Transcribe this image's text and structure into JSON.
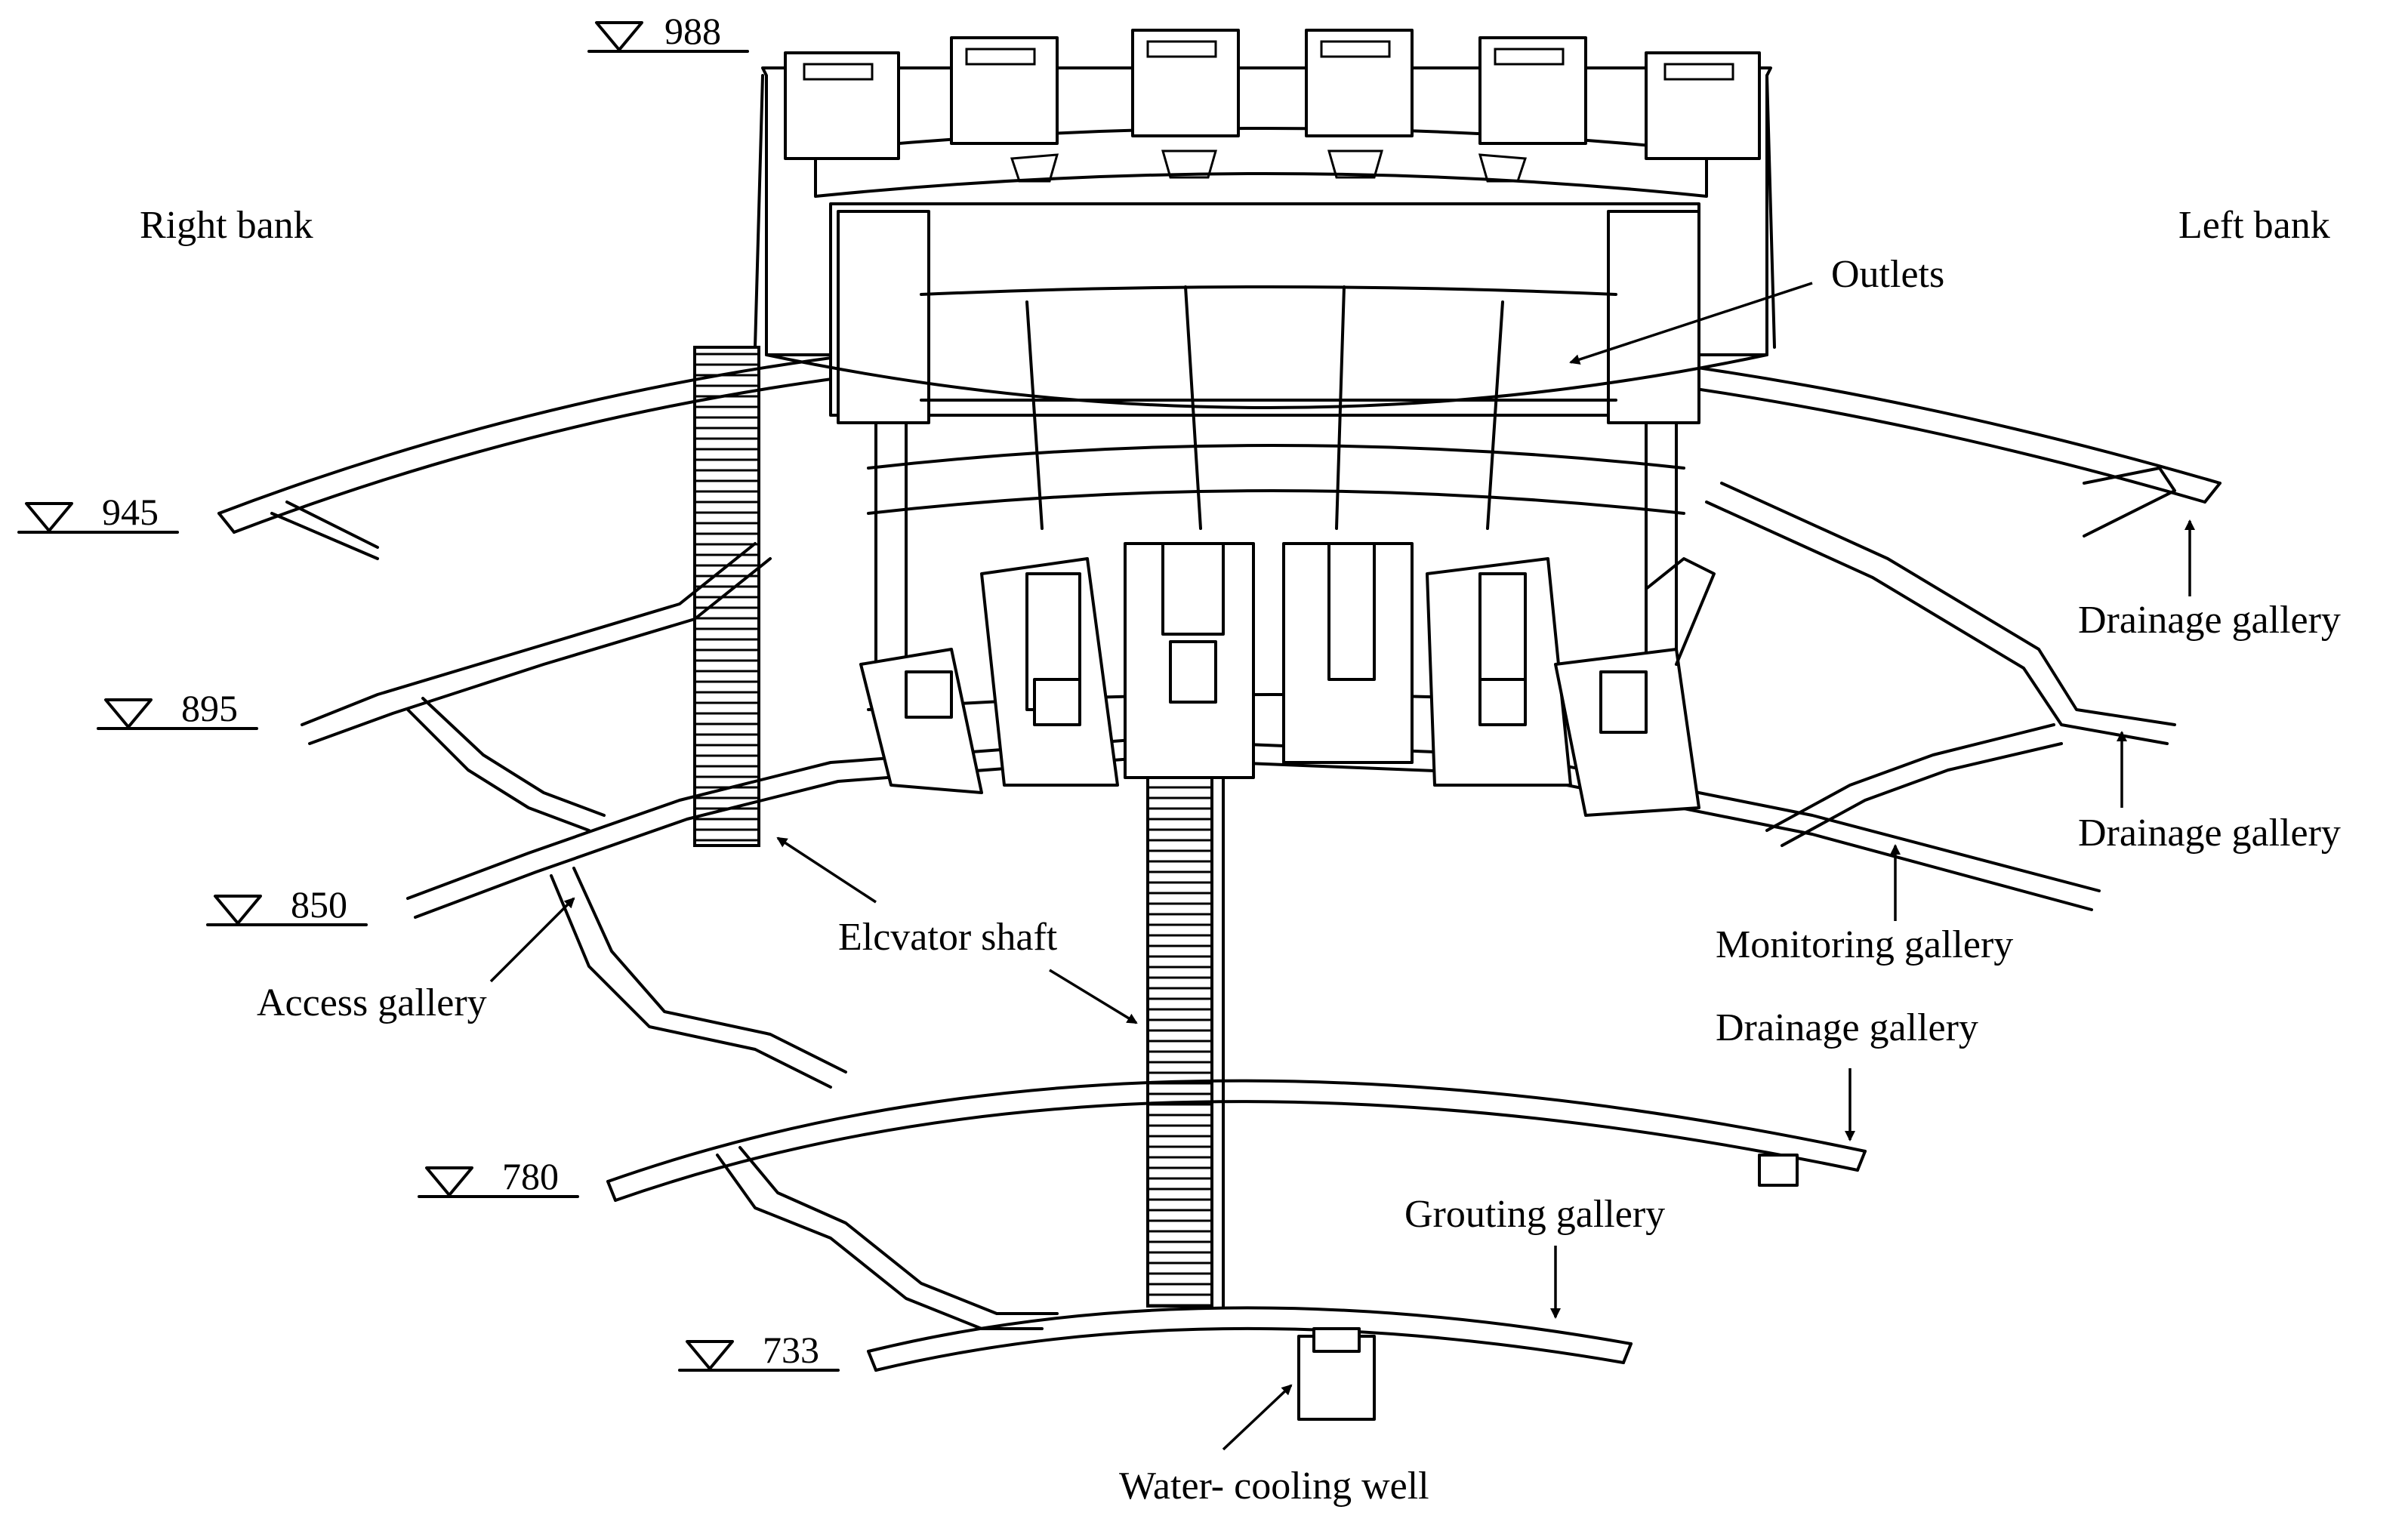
{
  "banks": {
    "right": "Right bank",
    "left": "Left bank"
  },
  "elevations": [
    "988",
    "945",
    "895",
    "850",
    "780",
    "733"
  ],
  "labels": {
    "outlets": "Outlets",
    "drainage_1": "Drainage gallery",
    "drainage_2": "Drainage gallery",
    "monitoring": "Monitoring gallery",
    "drainage_3": "Drainage gallery",
    "elevator": "Elcvator shaft",
    "access": "Access gallery",
    "grouting": "Grouting gallery",
    "cooling": "Water- cooling well"
  }
}
